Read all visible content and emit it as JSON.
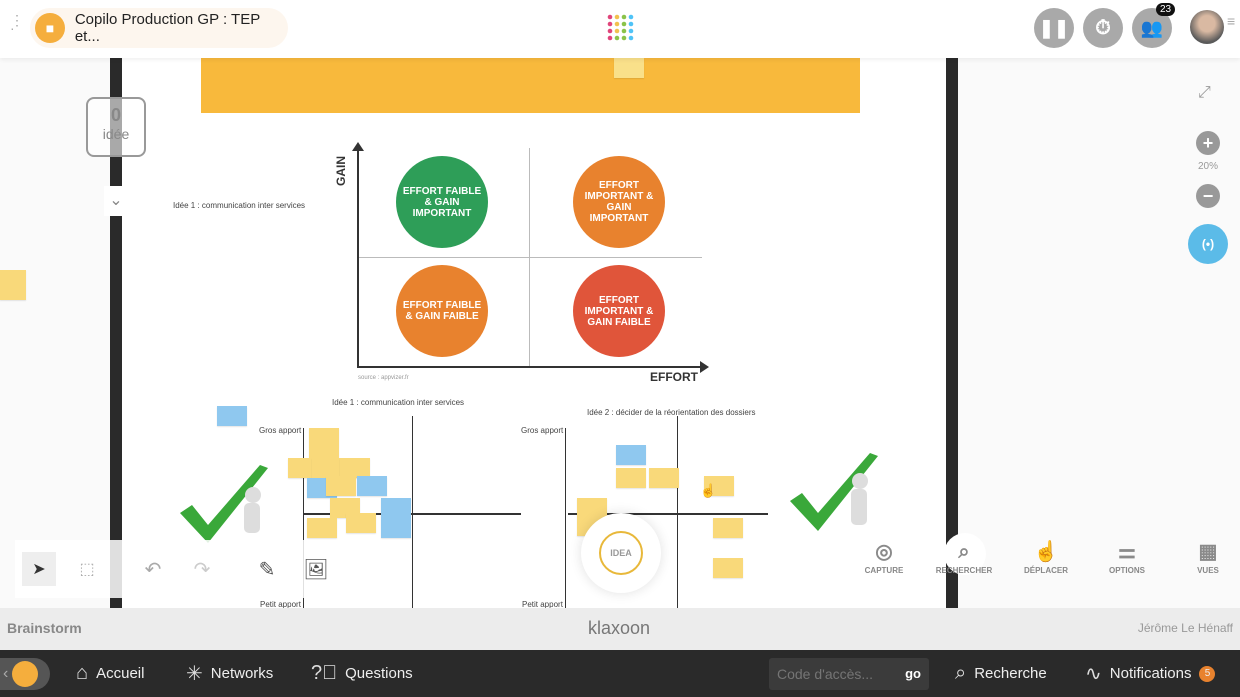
{
  "header": {
    "title": "Copilo Production GP : TEP et...",
    "participants_count": "23"
  },
  "idea_counter": {
    "count": "0",
    "label": "idée"
  },
  "zoom": {
    "level": "20%"
  },
  "matrix": {
    "y_axis": "GAIN",
    "x_axis": "EFFORT",
    "source": "source : appvizer.fr",
    "quadrants": [
      {
        "label": "EFFORT FAIBLE & GAIN IMPORTANT",
        "color": "#2e9e58"
      },
      {
        "label": "EFFORT IMPORTANT & GAIN IMPORTANT",
        "color": "#e8822e"
      },
      {
        "label": "EFFORT FAIBLE & GAIN FAIBLE",
        "color": "#e8822e"
      },
      {
        "label": "EFFORT IMPORTANT & GAIN FAIBLE",
        "color": "#e0553a"
      }
    ]
  },
  "board": {
    "side_label": "Idée 1 : communication inter services",
    "idea1_title": "Idée 1 : communication inter services",
    "idea2_title": "Idée 2 : décider de la réorientation des dossiers",
    "high": "Gros apport",
    "low": "Petit apport",
    "idea_button": "IDEA"
  },
  "right_tools": [
    {
      "label": "CAPTURE",
      "icon": "aperture-icon"
    },
    {
      "label": "RECHERCHER",
      "icon": "search-icon"
    },
    {
      "label": "DÉPLACER",
      "icon": "hand-pointer-icon"
    },
    {
      "label": "OPTIONS",
      "icon": "options-icon"
    },
    {
      "label": "VUES",
      "icon": "views-icon"
    }
  ],
  "footer": {
    "left": "Brainstorm",
    "brand": "klaxoon",
    "user": "Jérôme Le Hénaff"
  },
  "nav": {
    "home": "Accueil",
    "networks": "Networks",
    "questions": "Questions",
    "code_placeholder": "Code d'accès...",
    "go": "go",
    "search": "Recherche",
    "notifications": "Notifications",
    "notif_count": "5"
  },
  "colors": {
    "banner": "#f8b93c",
    "accent_blue": "#5bbbe8",
    "dark": "#2a2a2a"
  }
}
